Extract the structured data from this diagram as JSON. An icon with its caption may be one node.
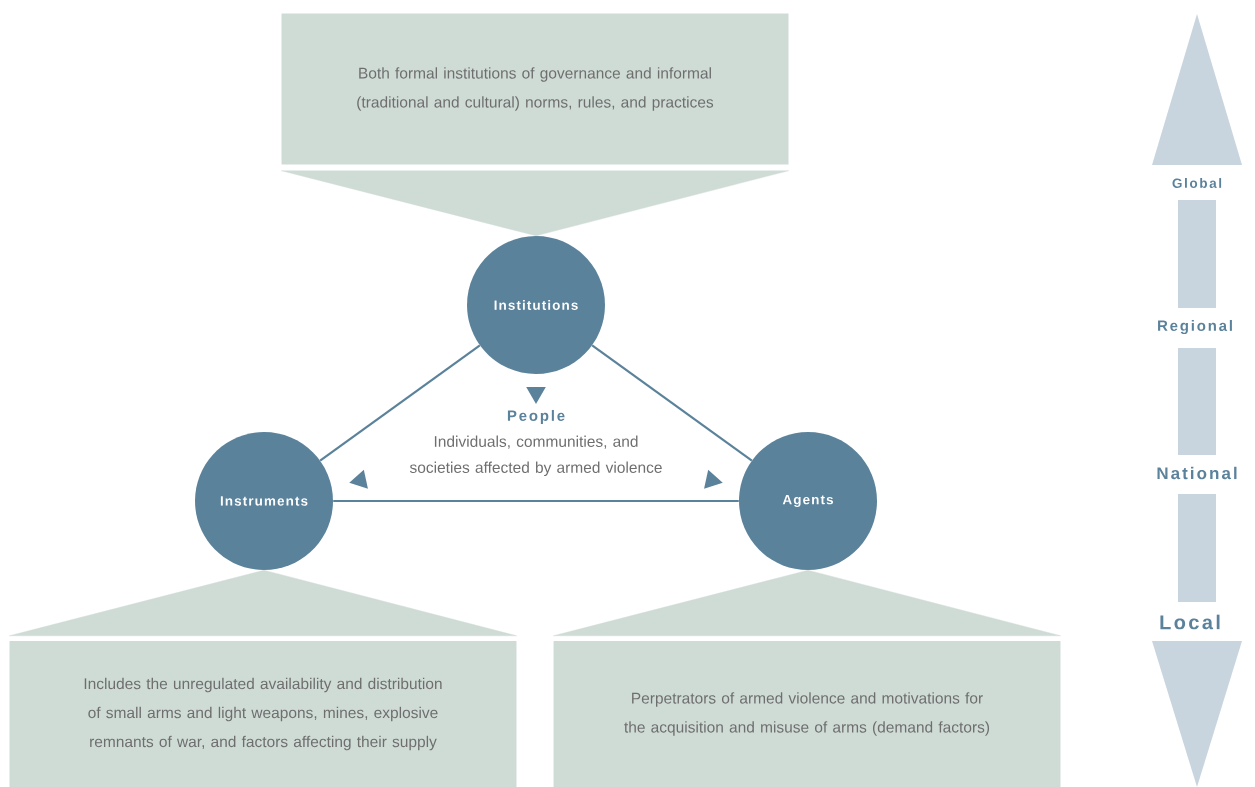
{
  "diagram": {
    "nodes": [
      {
        "text": [
          "Both formal institutions of governance and informal (traditional and cultural) norms, rules, and practices"
        ]
      },
      {
        "text": [
          "Institutions"
        ]
      },
      {
        "text": [
          "People",
          "Individuals, communities, and societies affected by armed violence"
        ]
      },
      {
        "text": [
          "Instruments"
        ]
      },
      {
        "text": [
          "Agents"
        ]
      },
      {
        "text": [
          "Includes the unregulated availability and distribution of small arms and light weapons, mines, explosive remnants of war, and factors affecting their supply"
        ]
      },
      {
        "text": [
          "Perpetrators of armed violence and motivations for the acquisition and misuse of arms (demand factors)"
        ]
      }
    ],
    "edges": [
      {
        "from": 0,
        "to": 1,
        "arrow": "to"
      },
      {
        "from": 5,
        "to": 3,
        "arrow": "to"
      },
      {
        "from": 6,
        "to": 4,
        "arrow": "to"
      },
      {
        "from": 1,
        "to": 3,
        "arrow": "none"
      },
      {
        "from": 1,
        "to": 4,
        "arrow": "none"
      },
      {
        "from": 3,
        "to": 4,
        "arrow": "none"
      },
      {
        "from": 1,
        "to": 2,
        "arrow": "to"
      },
      {
        "from": 2,
        "to": 3,
        "arrow": "to"
      },
      {
        "from": 2,
        "to": 4,
        "arrow": "to"
      }
    ],
    "labels": [
      "Global",
      "Regional",
      "National",
      "Local"
    ]
  }
}
